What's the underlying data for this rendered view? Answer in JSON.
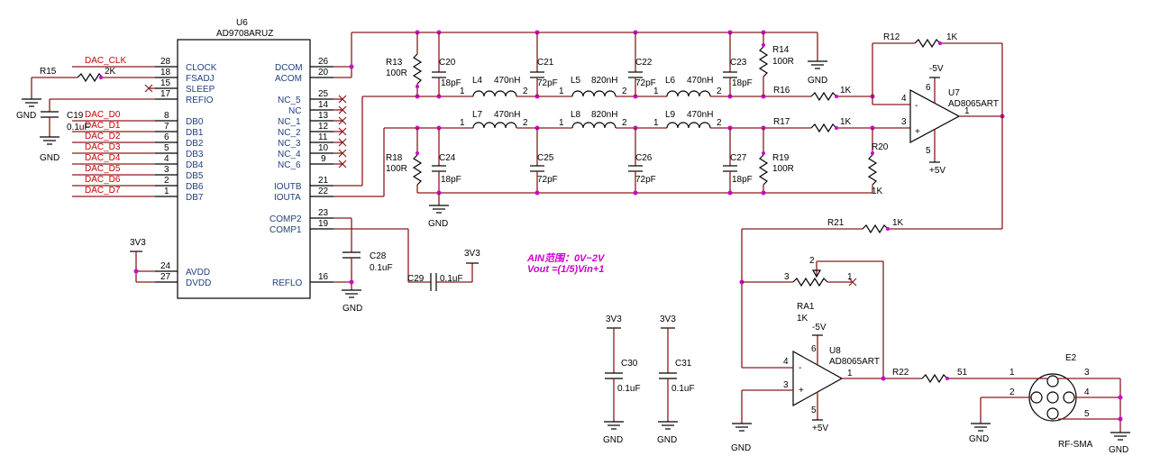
{
  "u6": {
    "ref": "U6",
    "part": "AD9708ARUZ",
    "left_pins": [
      {
        "num": "28",
        "name": "CLOCK"
      },
      {
        "num": "18",
        "name": "FSADJ"
      },
      {
        "num": "15",
        "name": "SLEEP"
      },
      {
        "num": "17",
        "name": "REFIO"
      },
      {
        "num": "8",
        "name": "DB0"
      },
      {
        "num": "7",
        "name": "DB1"
      },
      {
        "num": "6",
        "name": "DB2"
      },
      {
        "num": "5",
        "name": "DB3"
      },
      {
        "num": "4",
        "name": "DB4"
      },
      {
        "num": "3",
        "name": "DB5"
      },
      {
        "num": "2",
        "name": "DB6"
      },
      {
        "num": "1",
        "name": "DB7"
      }
    ],
    "right_pins": [
      {
        "num": "26",
        "name": "DCOM"
      },
      {
        "num": "20",
        "name": "ACOM"
      },
      {
        "num": "25",
        "name": "NC_5"
      },
      {
        "num": "14",
        "name": "NC"
      },
      {
        "num": "13",
        "name": "NC_1"
      },
      {
        "num": "12",
        "name": "NC_2"
      },
      {
        "num": "11",
        "name": "NC_3"
      },
      {
        "num": "10",
        "name": "NC_4"
      },
      {
        "num": "9",
        "name": "NC_6"
      },
      {
        "num": "21",
        "name": "IOUTB"
      },
      {
        "num": "22",
        "name": "IOUTA"
      },
      {
        "num": "23",
        "name": "COMP2"
      },
      {
        "num": "19",
        "name": "COMP1"
      },
      {
        "num": "16",
        "name": "REFLO"
      }
    ],
    "power_pins": [
      {
        "num": "24",
        "name": "AVDD"
      },
      {
        "num": "27",
        "name": "DVDD"
      }
    ]
  },
  "nets": {
    "dac_clk": "DAC_CLK",
    "data": [
      "DAC_D0",
      "DAC_D1",
      "DAC_D2",
      "DAC_D3",
      "DAC_D4",
      "DAC_D5",
      "DAC_D6",
      "DAC_D7"
    ],
    "gnd": "GND",
    "v33": "3V3",
    "vneg": "-5V",
    "vpos": "+5V"
  },
  "components": {
    "r15": {
      "ref": "R15",
      "value": "2K"
    },
    "c19": {
      "ref": "C19",
      "value": "0.1uF"
    },
    "r13": {
      "ref": "R13",
      "value": "100R"
    },
    "r14": {
      "ref": "R14",
      "value": "100R"
    },
    "r18": {
      "ref": "R18",
      "value": "100R"
    },
    "r19": {
      "ref": "R19",
      "value": "100R"
    },
    "c20": {
      "ref": "C20",
      "value": "18pF"
    },
    "c21": {
      "ref": "C21",
      "value": "72pF"
    },
    "c22": {
      "ref": "C22",
      "value": "72pF"
    },
    "c23": {
      "ref": "C23",
      "value": "18pF"
    },
    "c24": {
      "ref": "C24",
      "value": "18pF"
    },
    "c25": {
      "ref": "C25",
      "value": "72pF"
    },
    "c26": {
      "ref": "C26",
      "value": "72pF"
    },
    "c27": {
      "ref": "C27",
      "value": "18pF"
    },
    "l4": {
      "ref": "L4",
      "value": "470nH"
    },
    "l5": {
      "ref": "L5",
      "value": "820nH"
    },
    "l6": {
      "ref": "L6",
      "value": "470nH"
    },
    "l7": {
      "ref": "L7",
      "value": "470nH"
    },
    "l8": {
      "ref": "L8",
      "value": "820nH"
    },
    "l9": {
      "ref": "L9",
      "value": "470nH"
    },
    "r12": {
      "ref": "R12",
      "value": "1K"
    },
    "r16": {
      "ref": "R16",
      "value": "1K"
    },
    "r17": {
      "ref": "R17",
      "value": "1K"
    },
    "r20": {
      "ref": "R20",
      "value": "1K"
    },
    "r21": {
      "ref": "R21",
      "value": "1K"
    },
    "r22": {
      "ref": "R22",
      "value": "51"
    },
    "ra1": {
      "ref": "RA1",
      "value": "1K"
    },
    "c28": {
      "ref": "C28",
      "value": "0.1uF"
    },
    "c29": {
      "ref": "C29",
      "value": "0.1uF"
    },
    "c30": {
      "ref": "C30",
      "value": "0.1uF"
    },
    "c31": {
      "ref": "C31",
      "value": "0.1uF"
    },
    "u7": {
      "ref": "U7",
      "part": "AD8065ART"
    },
    "u8": {
      "ref": "U8",
      "part": "AD8065ART"
    },
    "e2": {
      "ref": "E2",
      "part": "RF-SMA"
    }
  },
  "note": {
    "line1": "AIN范围：0V~2V",
    "line2": "Vout =(1/5)Vin+1"
  },
  "colors": {
    "wire": "#8b1a1a",
    "net_label": "#cc0000",
    "pin_text": "#1f3f7f",
    "junction": "#cc00cc",
    "note": "#d000d0"
  }
}
